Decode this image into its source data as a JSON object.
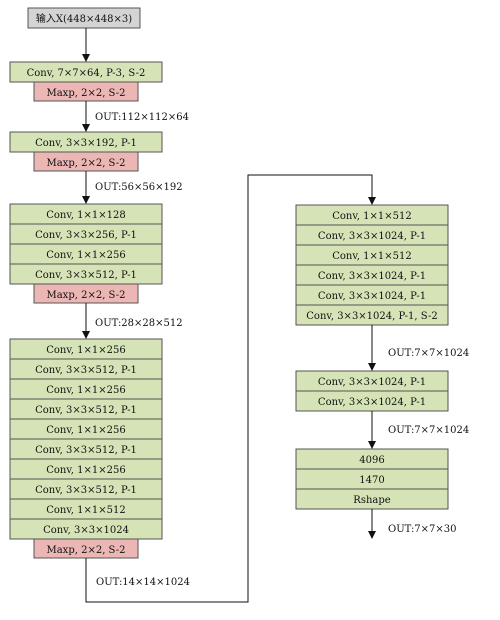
{
  "input_label": "输入X(448×448×3)",
  "column_left": {
    "block1": {
      "layers": [
        "Conv, 7×7×64, P-3, S-2"
      ],
      "pool": "Maxp, 2×2, S-2",
      "out": "OUT:112×112×64"
    },
    "block2": {
      "layers": [
        "Conv, 3×3×192, P-1"
      ],
      "pool": "Maxp, 2×2, S-2",
      "out": "OUT:56×56×192"
    },
    "block3": {
      "layers": [
        "Conv, 1×1×128",
        "Conv, 3×3×256, P-1",
        "Conv, 1×1×256",
        "Conv, 3×3×512, P-1"
      ],
      "pool": "Maxp, 2×2, S-2",
      "out": "OUT:28×28×512"
    },
    "block4": {
      "layers": [
        "Conv, 1×1×256",
        "Conv, 3×3×512, P-1",
        "Conv, 1×1×256",
        "Conv, 3×3×512, P-1",
        "Conv, 1×1×256",
        "Conv, 3×3×512, P-1",
        "Conv, 1×1×256",
        "Conv, 3×3×512, P-1",
        "Conv, 1×1×512",
        "Conv, 3×3×1024"
      ],
      "pool": "Maxp, 2×2, S-2",
      "out": "OUT:14×14×1024"
    }
  },
  "column_right": {
    "block5": {
      "layers": [
        "Conv, 1×1×512",
        "Conv, 3×3×1024, P-1",
        "Conv, 1×1×512",
        "Conv, 3×3×1024, P-1",
        "Conv, 3×3×1024, P-1",
        "Conv, 3×3×1024, P-1, S-2"
      ],
      "out": "OUT:7×7×1024"
    },
    "block6": {
      "layers": [
        "Conv, 3×3×1024, P-1",
        "Conv, 3×3×1024, P-1"
      ],
      "out": "OUT:7×7×1024"
    },
    "block7": {
      "layers": [
        "4096",
        "1470",
        "Rshape"
      ],
      "out": "OUT:7×7×30"
    }
  },
  "colors": {
    "conv_fill": "#d5e3b7",
    "pool_fill": "#ebb6b4",
    "input_fill": "#d4d4d4",
    "stroke": "#555555",
    "line": "#111111"
  }
}
